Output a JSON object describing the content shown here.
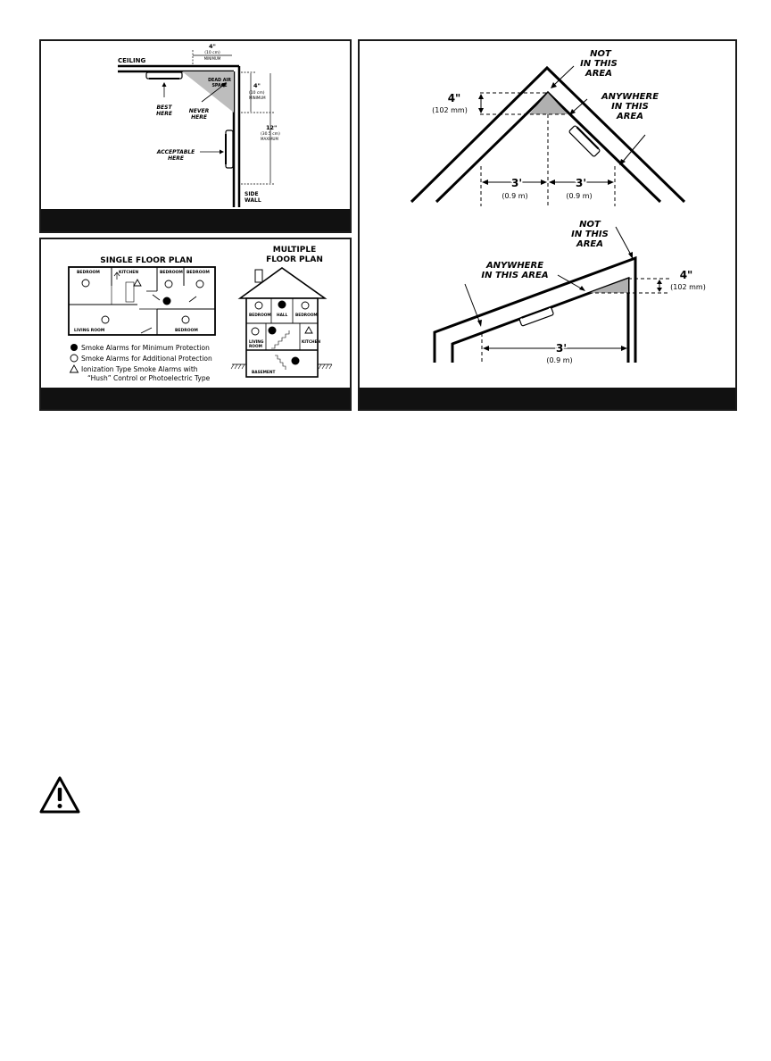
{
  "fig1": {
    "ceiling": "CEILING",
    "dim_top": "4\"",
    "dim_top_metric": "(10 cm)",
    "dim_top_note": "MINIMUM",
    "dead_air": [
      "DEAD AIR",
      "SPACE"
    ],
    "dim_right1": "4\"",
    "dim_right1_metric": "(10 cm)",
    "dim_right1_note": "MINIMUM",
    "dim_right2": "12\"",
    "dim_right2_metric": "(30.5 cm)",
    "dim_right2_note": "MAXIMUM",
    "best": [
      "BEST",
      "HERE"
    ],
    "never": [
      "NEVER",
      "HERE"
    ],
    "acceptable": [
      "ACCEPTABLE",
      "HERE"
    ],
    "side_wall": [
      "SIDE",
      "WALL"
    ]
  },
  "fig2": {
    "single_title": "SINGLE FLOOR PLAN",
    "multi_title": [
      "MULTIPLE",
      "FLOOR PLAN"
    ],
    "single_rooms": [
      "BEDROOM",
      "KITCHEN",
      "BEDROOM",
      "BEDROOM",
      "LIVING ROOM",
      "BEDROOM"
    ],
    "multi_rooms": [
      "BEDROOM",
      "HALL",
      "BEDROOM",
      "LIVING",
      "ROOM",
      "KITCHEN",
      "BASEMENT"
    ],
    "legend": [
      "Smoke Alarms for Minimum Protection",
      "Smoke Alarms for Additional Protection",
      "Ionization Type Smoke Alarms with",
      "“Hush” Control or Photoelectric Type"
    ]
  },
  "fig3": {
    "not1": [
      "NOT",
      "IN THIS",
      "AREA"
    ],
    "any1": [
      "ANYWHERE",
      "IN THIS",
      "AREA"
    ],
    "dim4": "4\"",
    "dim4_metric": "(102 mm)",
    "d3a": "3'",
    "d3a_metric": "(0.9 m)",
    "d3b": "3'",
    "d3b_metric": "(0.9 m)",
    "not2": [
      "NOT",
      "IN THIS",
      "AREA"
    ],
    "any2": [
      "ANYWHERE",
      "IN THIS AREA"
    ],
    "dim4b": "4\"",
    "dim4b_metric": "(102 mm)",
    "d3c": "3'",
    "d3c_metric": "(0.9 m)"
  },
  "warning_icon": "warning-triangle-icon"
}
